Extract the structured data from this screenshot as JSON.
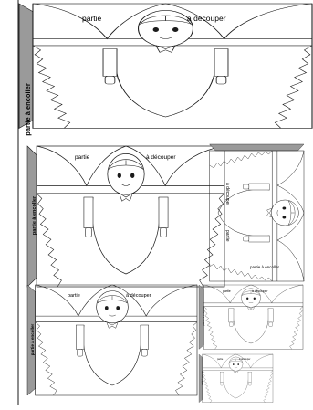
{
  "document": {
    "colors": {
      "ink": "#1a1a1a",
      "paper": "#ffffff",
      "flap": "#9a9a9a"
    },
    "templates": [
      {
        "label_left": "partie",
        "label_right": "à découper",
        "glue_label": "partie à encoller",
        "size": "large"
      },
      {
        "label_left": "partie",
        "label_right": "à découper",
        "glue_label": "partie à encoller",
        "size": "medium"
      },
      {
        "label_left": "partie",
        "label_right": "à découper",
        "glue_label": "partie à encoller",
        "size": "medium-rotated"
      },
      {
        "label_left": "partie",
        "label_right": "à découper",
        "glue_label": "partie à encoller",
        "size": "medium"
      },
      {
        "label_left": "partie",
        "label_right": "à découper",
        "glue_label": "partie à encoller",
        "size": "small"
      },
      {
        "label_left": "partie",
        "label_right": "à découper",
        "glue_label": "partie à encoller",
        "size": "tiny"
      }
    ]
  }
}
